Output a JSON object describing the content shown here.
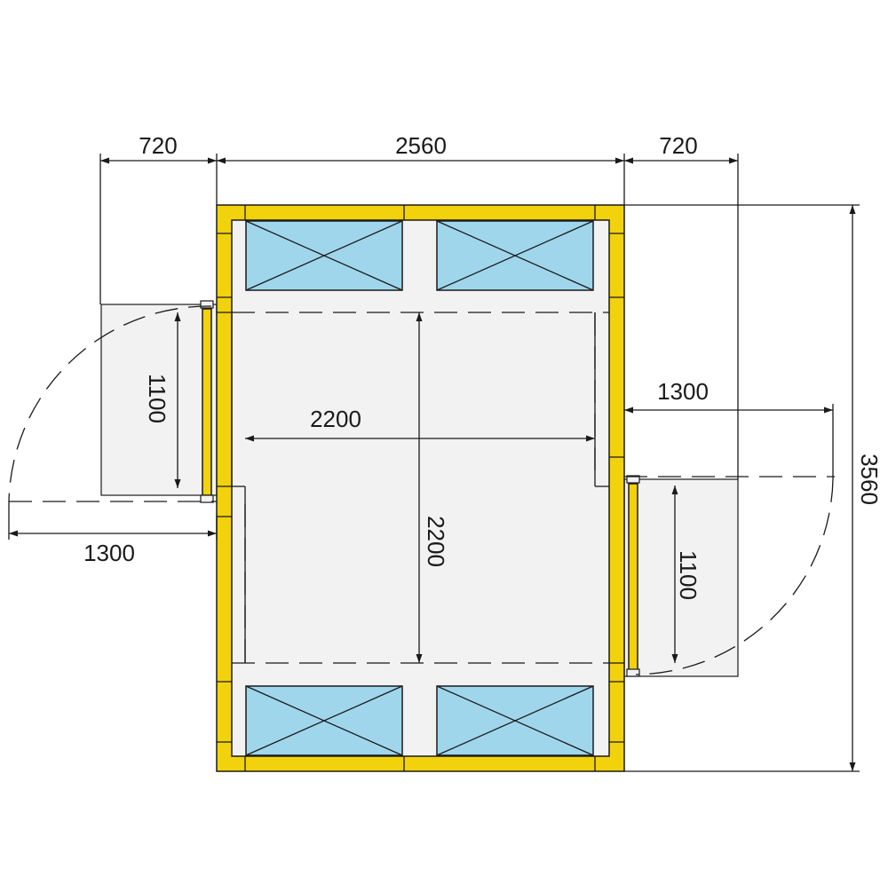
{
  "dimensions": {
    "top_left_width": "720",
    "top_main_width": "2560",
    "top_right_width": "720",
    "total_depth": "3560",
    "inner_width": "2200",
    "inner_depth": "2200",
    "left_door_width": "1100",
    "left_door_swing": "1300",
    "right_door_width": "1100",
    "right_door_swing": "1300"
  },
  "colors": {
    "wall": "#f2d20c",
    "crate": "#9fd6ec",
    "floor": "#f2f2f2",
    "line": "#1a1a1a"
  }
}
